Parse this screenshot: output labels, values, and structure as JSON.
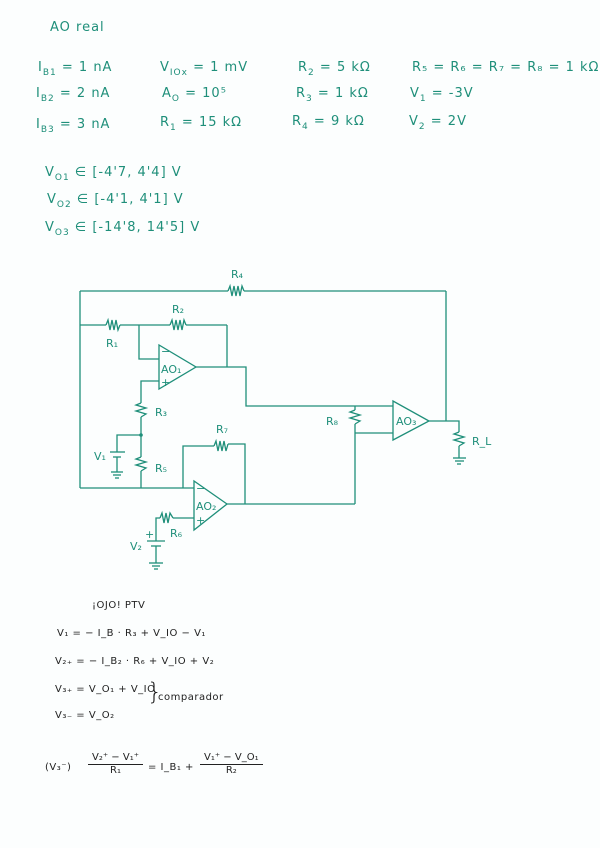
{
  "title": "AO real",
  "params": {
    "ib1": {
      "label": "I",
      "sub": "B1",
      "value": "= 1 nA"
    },
    "ib2": {
      "label": "I",
      "sub": "B2",
      "value": "= 2 nA"
    },
    "ib3": {
      "label": "I",
      "sub": "B3",
      "value": "= 3 nA"
    },
    "vio": {
      "label": "V",
      "sub": "IOx",
      "value": "= 1 mV"
    },
    "ao": {
      "label": "A",
      "sub": "O",
      "value": "= 10⁵"
    },
    "r1": {
      "label": "R",
      "sub": "1",
      "value": "= 15 kΩ"
    },
    "r2": {
      "label": "R",
      "sub": "2",
      "value": "= 5 kΩ"
    },
    "r3": {
      "label": "R",
      "sub": "3",
      "value": "= 1 kΩ"
    },
    "r4": {
      "label": "R",
      "sub": "4",
      "value": "= 9 kΩ"
    },
    "r5678": {
      "text": "R₅ = R₆ = R₇ = R₈ = 1 kΩ"
    },
    "v1": {
      "label": "V",
      "sub": "1",
      "value": "= -3V"
    },
    "v2": {
      "label": "V",
      "sub": "2",
      "value": "= 2V"
    }
  },
  "ranges": [
    {
      "label": "V",
      "sub": "O1",
      "value": "∈ [-4'7, 4'4] V"
    },
    {
      "label": "V",
      "sub": "O2",
      "value": "∈ [-4'1, 4'1] V"
    },
    {
      "label": "V",
      "sub": "O3",
      "value": "∈ [-14'8, 14'5] V"
    }
  ],
  "circuit": {
    "labels": {
      "r1": "R₁",
      "r2": "R₂",
      "r3": "R₃",
      "r4": "R₄",
      "r5": "R₅",
      "r6": "R₆",
      "r7": "R₇",
      "r8": "R₈",
      "rl": "R_L",
      "v1": "V₁",
      "v2": "V₂",
      "ao1": "AO₁",
      "ao2": "AO₂",
      "ao3": "AO₃",
      "minus": "−",
      "plus": "+"
    }
  },
  "notes": {
    "header": "¡OJO! PTV",
    "lines": [
      "V₁ = − I_B · R₃ + V_IO − V₁",
      "V₂₊ = − I_B₂ · R₆ + V_IO + V₂",
      "V₃₊ = V_O₁ + V_IO",
      "V₃₋ = V_O₂"
    ],
    "brace_label": "comparador",
    "equation": {
      "lhs": "(V₃⁻)",
      "frac1_num": "V₂⁺ − V₁⁺",
      "frac1_den": "R₁",
      "mid": "= I_B₁ +",
      "frac2_num": "V₁⁺ − V_O₁",
      "frac2_den": "R₂"
    }
  }
}
